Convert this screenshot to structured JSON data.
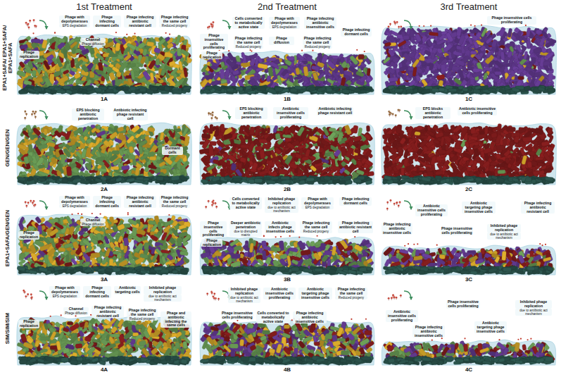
{
  "diagram": {
    "labels": [
      "1st Treatment",
      "2nd Treatment",
      "3rd Treatment",
      "EPA1+SAFA/ EPA1+SAFA/ EPA1+SAFA",
      "Phage replication",
      "Phage with depolymerases",
      "EPS degradation",
      "Channel",
      "Phage diffusion",
      "Phage infecting dormant cells",
      "Phage infecting antibiotic resistant cell",
      "Phage infecting the same cell",
      "Reduced progeny",
      "1A",
      "Phage insensitive cells proliferating",
      "Phage replication",
      "Cells converted to metabolically active state",
      "Phage infecting the same cell",
      "Reduced progeny",
      "Phage with depolymerases",
      "EPS degradation",
      "Phage diffusion",
      "Phage infecting antibiotic insensitive cells",
      "Phage infecting the same cell",
      "Reduced progeny",
      "Phage infecting dormant cells",
      "1B",
      "Phage insensitive cells proliferating",
      "1C",
      "GEN/GEN/GEN",
      "EPS blocking antibiotic penetration",
      "Antibiotic infecting phage resistant cell",
      "Dormant cells",
      "2A",
      "EPS blocking antibiotic penetration",
      "Antibiotic insensitive cells proliferating",
      "Antibiotic infecting phage resistant cell",
      "2B",
      "EPS blocks antibiotic penetration",
      "Antibiotic insensitive cells proliferating",
      "2C",
      "EPA1+SAFA/GEN/GEN",
      "Phage replication",
      "Phage with depolymerases",
      "EPS degradation",
      "Channel",
      "Phage diffusion",
      "Phage infecting dormant cells",
      "Phage infecting antibiotic resistant cell",
      "Phage infecting the same cell",
      "Reduced progeny",
      "3A",
      "Phage insensitive cells proliferating",
      "Phage replication",
      "Cells converted to metabolically active state",
      "Deeper antibiotic penetration",
      "due to disrupted matrix",
      "Antibiotic infects phage insensitive cells",
      "Inhibited phage replication",
      "due to antibiotic act mechanism",
      "Phage with depolymerases",
      "EPS degradation",
      "Phage infecting the same cell",
      "Reduced progeny",
      "Phage infecting dormant cells",
      "Phage infecting antibiotic resistant cell",
      "3B",
      "Phage infecting antibiotic insensitive cells",
      "Antibiotic insensitive cells proliferating",
      "Phage insensitive cells proliferating",
      "Antibiotic targeting phage insensitive cells",
      "Inhibited phage replication",
      "due to antibiotic act mechanism",
      "Phage infecting antibiotic resistant cell",
      "3C",
      "SIM/SIM/SIM",
      "Phage replication",
      "Phage with depolymerases",
      "EPS degradation",
      "Phage infecting dormant cells",
      "Antibiotic targeting cells",
      "Inhibited phage replication",
      "due to antibiotic act mechanism",
      "Channel",
      "Phage diffusion",
      "Phage infecting antibiotic resistant cell",
      "Phage infecting the same cell",
      "Reduced progeny",
      "Phage and antibiotic infecting the same cells",
      "4A",
      "Inhibited phage replication",
      "due to antibiotic act mechanism",
      "Antibiotic insensitive cells proliferating",
      "Phage insensitive cells proliferating",
      "Cells converted to metabolically active state",
      "Antibiotic targeting phage insensitive cells",
      "Phage infecting antibiotic insensitive cells",
      "Phage infecting the same cell",
      "Reduced progeny",
      "4B",
      "Antibiotic insensitive cells proliferating",
      "Phage infecting antibiotic insensitive cells",
      "Phage insensitive cells proliferating",
      "Antibiotic targeting phage insensitive cells",
      "Inhibited phage replication",
      "due to antibiotic act mechanism",
      "4C"
    ]
  }
}
